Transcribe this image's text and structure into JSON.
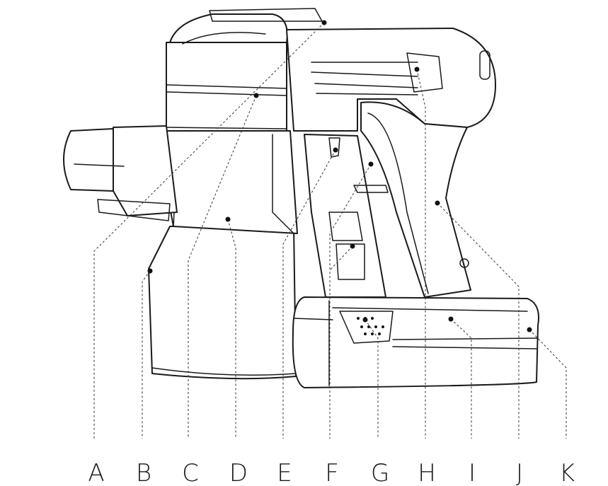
{
  "diagram": {
    "labels": [
      "A",
      "B",
      "C",
      "D",
      "E",
      "F",
      "G",
      "H",
      "I",
      "J",
      "K"
    ],
    "colors": {
      "line": "#1a1a1a",
      "background": "#ffffff"
    }
  }
}
